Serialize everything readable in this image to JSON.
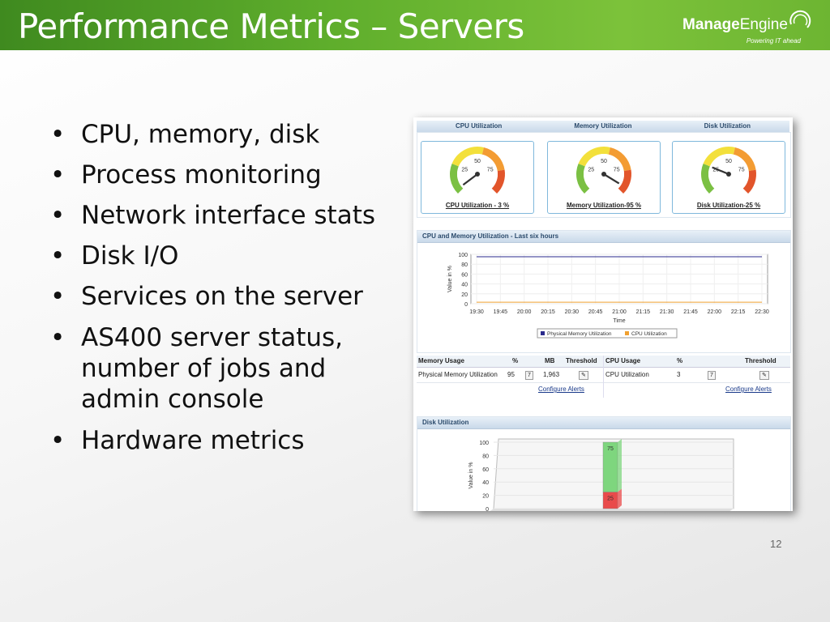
{
  "slide": {
    "title": "Performance Metrics – Servers",
    "page_number": "12",
    "brand_color": "#5fae2c"
  },
  "logo": {
    "bold": "Manage",
    "regular": "Engine",
    "tagline": "Powering IT ahead"
  },
  "bullets": [
    "CPU, memory, disk",
    "Process monitoring",
    "Network interface stats",
    "Disk I/O",
    "Services on the server",
    "AS400 server status, number of jobs and admin console",
    "Hardware metrics"
  ],
  "screenshot": {
    "gauge_headers": [
      "CPU Utilization",
      "Memory Utilization",
      "Disk Utilization"
    ],
    "gauges": [
      {
        "label": "CPU Utilization - 3 %",
        "value": 3,
        "ticks": [
          "25",
          "50",
          "75"
        ]
      },
      {
        "label": "Memory Utilization-95 %",
        "value": 95,
        "ticks": [
          "25",
          "50",
          "75"
        ]
      },
      {
        "label": "Disk Utilization-25 %",
        "value": 25,
        "ticks": [
          "25",
          "50",
          "75"
        ]
      }
    ],
    "line_chart_title": "CPU and Memory Utilization - Last six hours",
    "memory_table": {
      "headers": [
        "Memory Usage",
        "%",
        "MB",
        "Threshold"
      ],
      "row": [
        "Physical Memory Utilization",
        "95",
        "1,963"
      ],
      "button": "7",
      "configure": "Configure Alerts"
    },
    "cpu_table": {
      "headers": [
        "CPU Usage",
        "%",
        "Threshold"
      ],
      "row": [
        "CPU Utilization",
        "3"
      ],
      "button": "7",
      "configure": "Configure Alerts"
    },
    "disk_chart_title": "Disk Utilization"
  },
  "chart_data": [
    {
      "type": "line",
      "title": "CPU and Memory Utilization - Last six hours",
      "xlabel": "Time",
      "ylabel": "Value in %",
      "x": [
        "19:30",
        "19:45",
        "20:00",
        "20:15",
        "20:30",
        "20:45",
        "21:00",
        "21:15",
        "21:30",
        "21:45",
        "22:00",
        "22:15",
        "22:30"
      ],
      "yticks": [
        "0",
        "20",
        "40",
        "60",
        "80",
        "100"
      ],
      "ylim": [
        0,
        100
      ],
      "grid": true,
      "legend_placement": "bottom",
      "series": [
        {
          "name": "Physical Memory Utilization",
          "color": "#2a2a8c",
          "values": [
            95,
            95,
            95,
            95,
            95,
            95,
            95,
            95,
            95,
            95,
            95,
            95,
            95
          ]
        },
        {
          "name": "CPU Utilization",
          "color": "#f0a030",
          "values": [
            3,
            3,
            3,
            3,
            3,
            3,
            3,
            3,
            3,
            3,
            3,
            3,
            3
          ]
        }
      ]
    },
    {
      "type": "bar",
      "title": "Disk Utilization",
      "ylabel": "Value in %",
      "yticks": [
        "0",
        "20",
        "40",
        "60",
        "80",
        "100"
      ],
      "ylim": [
        0,
        100
      ],
      "stacked": true,
      "series": [
        {
          "color": "#e94b4b",
          "values": [
            25
          ],
          "label": "25"
        },
        {
          "color": "#7ed67e",
          "values": [
            75
          ],
          "label": "75"
        }
      ]
    }
  ]
}
